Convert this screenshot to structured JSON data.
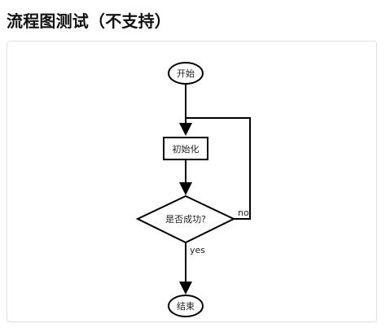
{
  "page": {
    "title": "流程图测试（不支持）"
  },
  "flowchart": {
    "nodes": {
      "start": "开始",
      "init": "初始化",
      "decision": "是否成功?",
      "end": "结束"
    },
    "edges": {
      "yes": "yes",
      "no": "no"
    }
  },
  "colors": {
    "stroke": "#000000",
    "frame_border": "#e2e2e2",
    "background": "#ffffff"
  }
}
